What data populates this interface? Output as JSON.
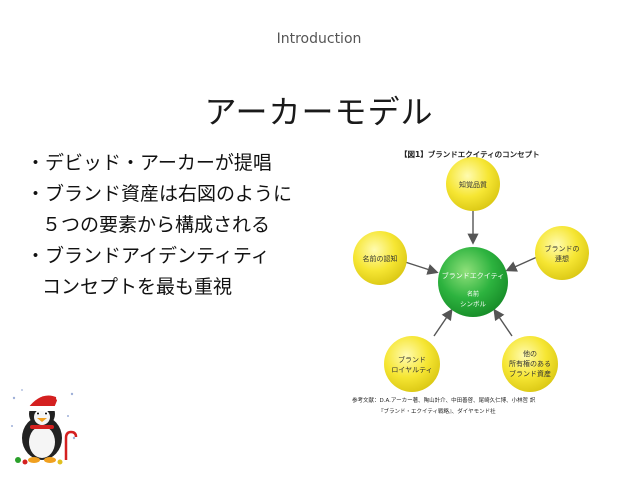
{
  "slide": {
    "section": "Introduction",
    "title": "アーカーモデル"
  },
  "bullets": [
    {
      "text": "・デビッド・アーカーが提唱",
      "indent": false
    },
    {
      "text": "・ブランド資産は右図のように",
      "indent": false
    },
    {
      "text": "５つの要素から構成される",
      "indent": true
    },
    {
      "text": "・ブランドアイデンティティ",
      "indent": false
    },
    {
      "text": "コンセプトを最も重視",
      "indent": true
    }
  ],
  "figure": {
    "caption": "【図1】ブランドエクイティのコンセプト",
    "center": {
      "line1": "ブランドエクイティ",
      "line2": "名前",
      "line3": "シンボル"
    },
    "nodes": {
      "top": "知覚品質",
      "right_line1": "ブランドの",
      "right_line2": "連想",
      "left": "名前の認知",
      "bottom_left_line1": "ブランド",
      "bottom_left_line2": "ロイヤルティ",
      "bottom_right_line1": "他の",
      "bottom_right_line2": "所有権のある",
      "bottom_right_line3": "ブランド資産"
    },
    "reference_line1": "参考文献：D.A.アーカー著、陶山計介、中田善啓、尾崎久仁博、小林哲 訳",
    "reference_line2": "『ブランド・エクイティ戦略』、ダイヤモンド社",
    "colors": {
      "center": "#22a33a",
      "satellite": "#f6e633",
      "arrow": "#555555"
    }
  },
  "mascot": {
    "icon": "penguin-santa-icon"
  }
}
